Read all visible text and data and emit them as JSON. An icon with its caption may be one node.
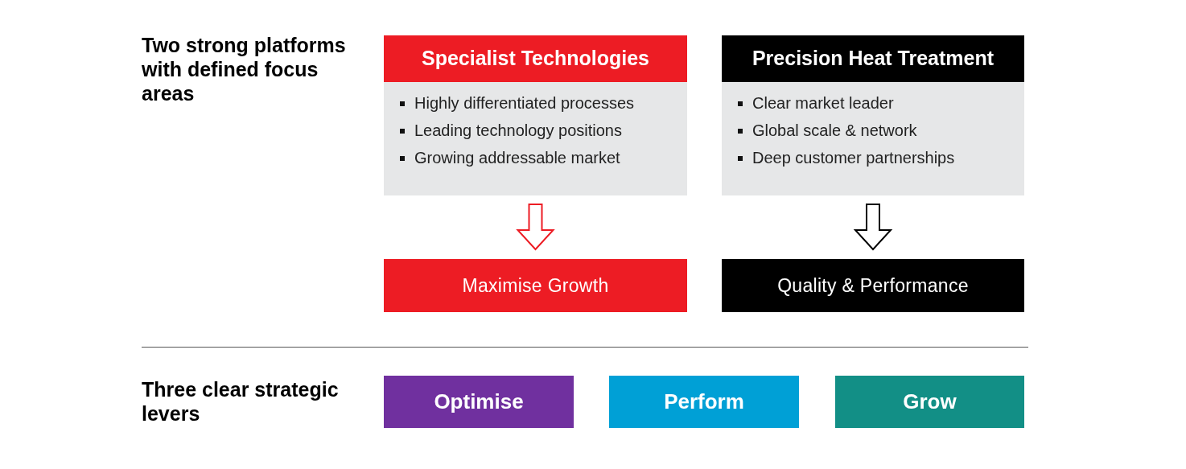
{
  "diagram": {
    "nodes": [
      {
        "text": [
          "Specialist Technologies",
          "Highly differentiated processes",
          "Leading technology positions",
          "Growing addressable market"
        ]
      },
      {
        "text": [
          "Precision Heat Treatment",
          "Clear market leader",
          "Global scale & network",
          "Deep customer partnerships"
        ]
      },
      {
        "text": [
          "Maximise Growth"
        ]
      },
      {
        "text": [
          "Quality & Performance"
        ]
      },
      {
        "text": [
          "Optimise"
        ]
      },
      {
        "text": [
          "Perform"
        ]
      },
      {
        "text": [
          "Grow"
        ]
      }
    ],
    "edges": [
      {
        "from": 0,
        "to": 2,
        "arrow": "to",
        "color": "#ed1c24"
      },
      {
        "from": 1,
        "to": 3,
        "arrow": "to"
      }
    ],
    "labels": [
      "Two strong platforms with defined focus areas",
      "Three clear strategic levers"
    ]
  }
}
